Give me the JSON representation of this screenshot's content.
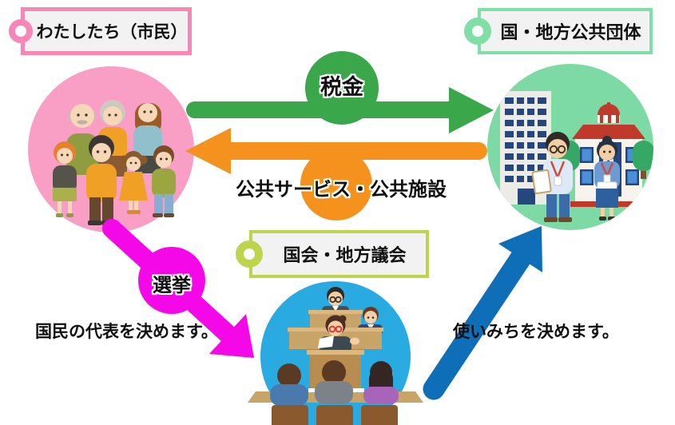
{
  "nodes": {
    "citizens": {
      "label": "わたしたち（市民）"
    },
    "government": {
      "label": "国・地方公共団体"
    },
    "parliament": {
      "label": "国会・地方議会"
    }
  },
  "arrows": {
    "tax": {
      "label": "税金",
      "from": "citizens",
      "to": "government"
    },
    "public_service": {
      "label": "公共サービス・公共施設",
      "from": "government",
      "to": "citizens"
    },
    "election": {
      "label": "選挙",
      "from": "citizens",
      "to": "parliament"
    },
    "budget": {
      "label": "",
      "from": "parliament",
      "to": "government"
    }
  },
  "captions": {
    "election_note": "国民の代表を決めます。",
    "budget_note": "使いみちを決めます。"
  },
  "colors": {
    "pink-border": "#f887b7",
    "pink-circle": "#f99fc6",
    "green-border": "#7fdfa6",
    "green-circle": "#7edaa5",
    "yellowgreen-border": "#bdd44c",
    "blue-circle": "#29abe2",
    "green-arrow": "#3aa74a",
    "orange-arrow": "#f5921e",
    "magenta-arrow": "#f508e8",
    "blue-arrow": "#0e6eb8",
    "label-bg": "#f2f2f2"
  }
}
